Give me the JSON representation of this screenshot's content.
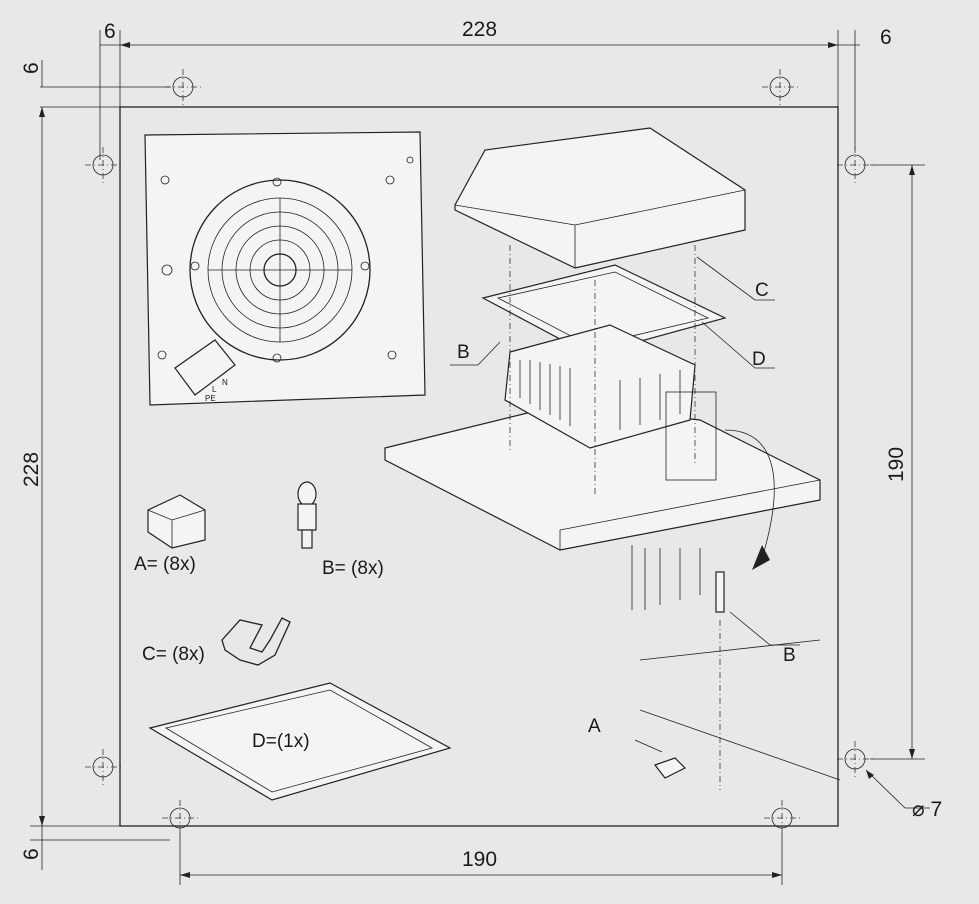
{
  "dimensions": {
    "top_width": "228",
    "top_left_offset": "6",
    "top_right_offset": "6",
    "left_top_offset": "6",
    "left_height": "228",
    "left_bottom_offset": "6",
    "bottom_width": "190",
    "right_height": "190",
    "hole_diameter": "⌀ 7"
  },
  "parts": {
    "a": "A= (8x)",
    "b": "B= (8x)",
    "c": "C= (8x)",
    "d": "D=(1x)"
  },
  "callouts": {
    "c": "C",
    "d": "D",
    "b_top": "B",
    "b_detail": "B",
    "a_detail": "A"
  },
  "terminal": {
    "n": "N",
    "l": "L",
    "pe": "PE"
  }
}
